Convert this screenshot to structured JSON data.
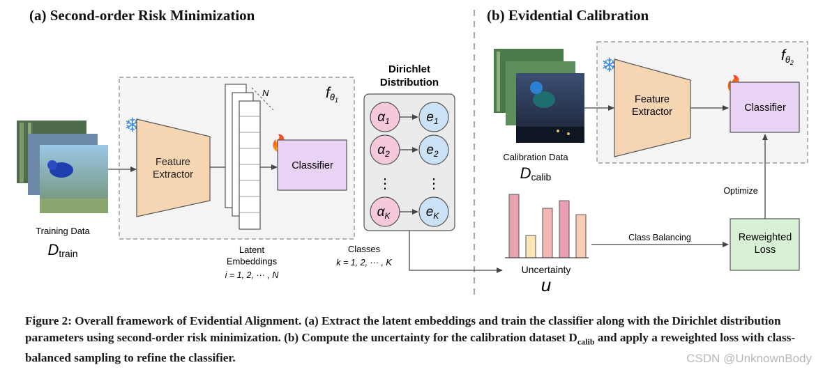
{
  "panels": {
    "a": {
      "title": "(a) Second-order Risk Minimization",
      "feature_extractor": "Feature\nExtractor",
      "classifier": "Classifier",
      "model_label": "f",
      "model_sub": "θ",
      "model_subsub": "1",
      "embedding_count": "N",
      "training_label": "Training Data",
      "training_dataset": "D",
      "training_dataset_sub": "train",
      "latent_label": "Latent\nEmbeddings",
      "latent_index": "i = 1, 2, ··· , N",
      "dirichlet_title": "Dirichlet\nDistribution",
      "alphas": [
        {
          "sym": "α",
          "sub": "1"
        },
        {
          "sym": "α",
          "sub": "2"
        },
        {
          "sym": "⋮",
          "sub": ""
        },
        {
          "sym": "α",
          "sub": "K"
        }
      ],
      "evidences": [
        {
          "sym": "e",
          "sub": "1"
        },
        {
          "sym": "e",
          "sub": "2"
        },
        {
          "sym": "⋮",
          "sub": ""
        },
        {
          "sym": "e",
          "sub": "K"
        }
      ],
      "classes_label": "Classes",
      "classes_index": "k = 1, 2, ··· , K"
    },
    "b": {
      "title": "(b) Evidential Calibration",
      "feature_extractor": "Feature\nExtractor",
      "classifier": "Classifier",
      "model_label": "f",
      "model_sub": "θ",
      "model_subsub": "2",
      "calib_label": "Calibration Data",
      "calib_dataset": "D",
      "calib_dataset_sub": "calib",
      "uncertainty_label": "Uncertainty",
      "uncertainty_symbol": "u",
      "class_balancing": "Class Balancing",
      "optimize": "Optimize",
      "reweighted_loss": "Reweighted\nLoss",
      "uncertainty_bars": [
        1.0,
        0.35,
        0.78,
        0.9,
        0.68
      ],
      "bar_colors": [
        "#eaa3b3",
        "#f8e7b4",
        "#f2b7b3",
        "#eba0b2",
        "#f8cdb3"
      ]
    }
  },
  "caption": "Figure 2: Overall framework of Evidential Alignment. (a) Extract the latent embeddings and train the classifier along with the Dirichlet distribution parameters using second-order risk minimization. (b) Compute the uncertainty for the calibration dataset D",
  "caption_sub": "calib",
  "caption_end": " and apply a reweighted loss with class-balanced sampling to refine the classifier.",
  "watermark": "CSDN @UnknownBody",
  "colors": {
    "extractor_fill": "#f6d5b3",
    "classifier_fill": "#e8d3f5",
    "alpha_fill": "#f5c8dc",
    "evidence_fill": "#cbe1f5",
    "dirichlet_bg": "#ebebeb",
    "loss_fill": "#d8f1d6",
    "snow": "#3f8ed8"
  }
}
